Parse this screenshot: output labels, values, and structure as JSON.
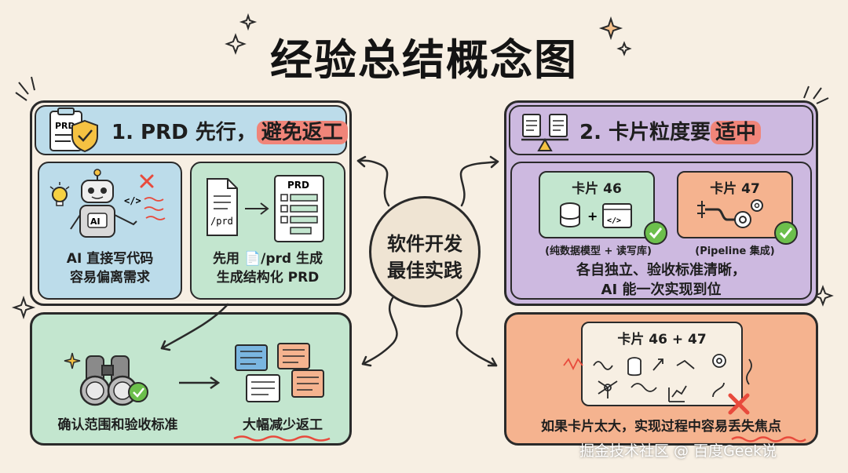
{
  "title": "经验总结概念图",
  "center": {
    "line1": "软件开发",
    "line2": "最佳实践"
  },
  "section1": {
    "header_prefix": "1. PRD 先行，",
    "header_highlight": "避免返工",
    "box_left": {
      "ai_label": "AI",
      "code_label": "</>",
      "line1": "AI 直接写代码",
      "line2": "容易偏离需求"
    },
    "box_right": {
      "file_label": "/prd",
      "doc_label": "PRD",
      "line1": "先用 📄/prd 生成",
      "line2": "生成结构化 PRD"
    }
  },
  "section_bottom_left": {
    "left_caption": "确认范围和验收标准",
    "right_caption": "大幅减少返工"
  },
  "section2": {
    "header_prefix": "2. 卡片粒度要",
    "header_highlight": "适中",
    "card1": {
      "title": "卡片 46",
      "plus": "+",
      "code_label": "</>",
      "caption": "(纯数据模型 + 读写库)"
    },
    "card2": {
      "title": "卡片 47",
      "caption": "(Pipeline 集成)"
    },
    "summary_line1": "各自独立、验收标准清晰，",
    "summary_line2": "AI 能一次实现到位"
  },
  "section_bottom_right": {
    "card_title": "卡片 46 + 47",
    "caption": "如果卡片太大，实现过程中容易丢失焦点"
  },
  "watermark": "掘金技术社区 @ 百度Geek说",
  "colors": {
    "background": "#f7efe3",
    "blue_panel": "#bcdcea",
    "green_panel": "#c3e6cf",
    "purple_panel": "#cdb9e0",
    "orange_panel": "#f5b38f",
    "highlight": "#f08579",
    "check_green": "#6cbf4c",
    "cross_red": "#e84a3c"
  }
}
